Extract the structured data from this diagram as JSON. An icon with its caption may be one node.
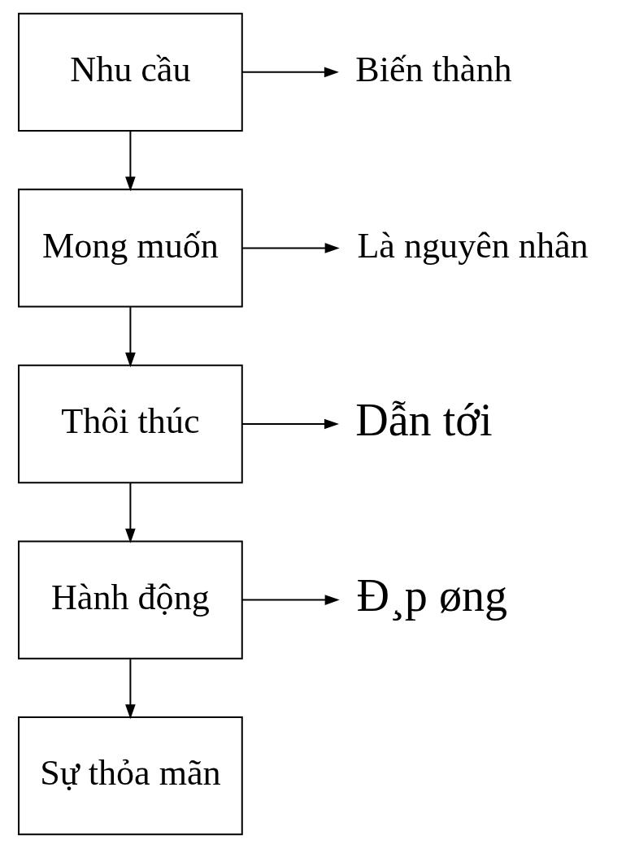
{
  "diagram": {
    "nodes": [
      {
        "text": [
          "Nhu cầu"
        ]
      },
      {
        "text": [
          "Biến thành"
        ]
      },
      {
        "text": [
          "Mong muốn"
        ]
      },
      {
        "text": [
          "Là nguyên nhân"
        ]
      },
      {
        "text": [
          "Thôi thúc"
        ]
      },
      {
        "text": [
          "Dẫn tới"
        ]
      },
      {
        "text": [
          "Hành động"
        ]
      },
      {
        "text": [
          "Đ¸p øng"
        ]
      },
      {
        "text": [
          "Sự thỏa mãn"
        ]
      }
    ],
    "edges": [
      {
        "from": 0,
        "to": 2,
        "arrow": "to"
      },
      {
        "from": 0,
        "to": 1,
        "arrow": "to"
      },
      {
        "from": 2,
        "to": 4,
        "arrow": "to"
      },
      {
        "from": 2,
        "to": 3,
        "arrow": "to"
      },
      {
        "from": 4,
        "to": 6,
        "arrow": "to"
      },
      {
        "from": 4,
        "to": 5,
        "arrow": "to"
      },
      {
        "from": 6,
        "to": 8,
        "arrow": "to"
      },
      {
        "from": 6,
        "to": 7,
        "arrow": "to"
      }
    ]
  }
}
